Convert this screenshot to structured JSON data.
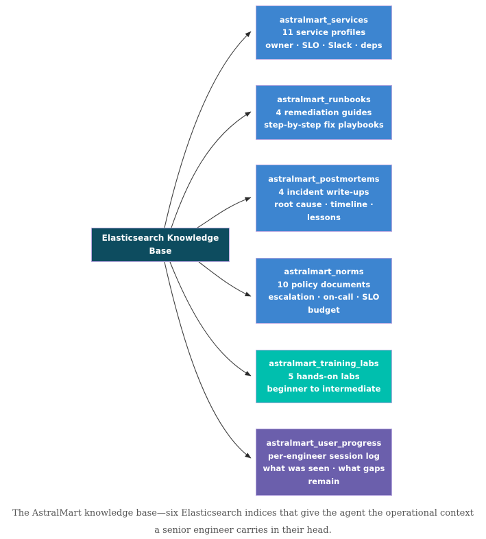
{
  "diagram": {
    "type": "node-link-diagram",
    "hub": {
      "id": "elasticsearch-knowledge-base",
      "lines": [
        "Elasticsearch Knowledge",
        "Base"
      ],
      "color": "#0d4c5f",
      "text_color": "#ffffff",
      "border_color": "#b9a8e0"
    },
    "nodes": [
      {
        "id": "astralmart_services",
        "title": "astralmart_services",
        "count_line": "11 service profiles",
        "detail_line": "owner · SLO · Slack · deps",
        "color": "#3d85d0"
      },
      {
        "id": "astralmart_runbooks",
        "title": "astralmart_runbooks",
        "count_line": "4 remediation guides",
        "detail_line": "step-by-step fix playbooks",
        "color": "#3d85d0"
      },
      {
        "id": "astralmart_postmortems",
        "title": "astralmart_postmortems",
        "count_line": "4 incident write-ups",
        "detail_line": "root cause · timeline · lessons",
        "color": "#3d85d0"
      },
      {
        "id": "astralmart_norms",
        "title": "astralmart_norms",
        "count_line": "10 policy documents",
        "detail_line": "escalation · on-call · SLO budget",
        "color": "#3d85d0"
      },
      {
        "id": "astralmart_training_labs",
        "title": "astralmart_training_labs",
        "count_line": "5 hands-on labs",
        "detail_line": "beginner to intermediate",
        "color": "#00bfae"
      },
      {
        "id": "astralmart_user_progress",
        "title": "astralmart_user_progress",
        "count_line": "per-engineer session log",
        "detail_line": "what was seen · what gaps remain",
        "color": "#6b5fac"
      }
    ],
    "edge_color": "#3f3f3f",
    "background": "#ffffff"
  },
  "caption": {
    "text": "The AstralMart knowledge base—six Elasticsearch indices that give the agent the operational context a senior engineer carries in their head."
  }
}
